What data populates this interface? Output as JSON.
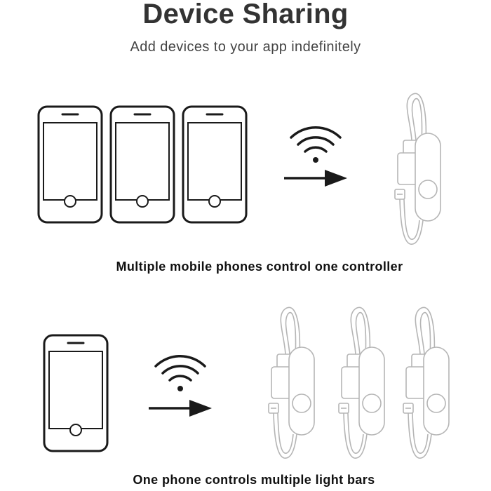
{
  "header": {
    "title": "Device Sharing",
    "subtitle": "Add devices to your app indefinitely"
  },
  "sections": [
    {
      "caption": "Multiple mobile phones control one controller",
      "phones": 3,
      "controllers": 1
    },
    {
      "caption": "One phone controls multiple light bars",
      "phones": 1,
      "controllers": 3
    }
  ],
  "icons": [
    "phone-icon",
    "wifi-icon",
    "arrow-right-icon",
    "controller-icon"
  ],
  "colors": {
    "line": "#1a1a1a",
    "controller_line": "#b5b5b5",
    "text": "#222222"
  }
}
